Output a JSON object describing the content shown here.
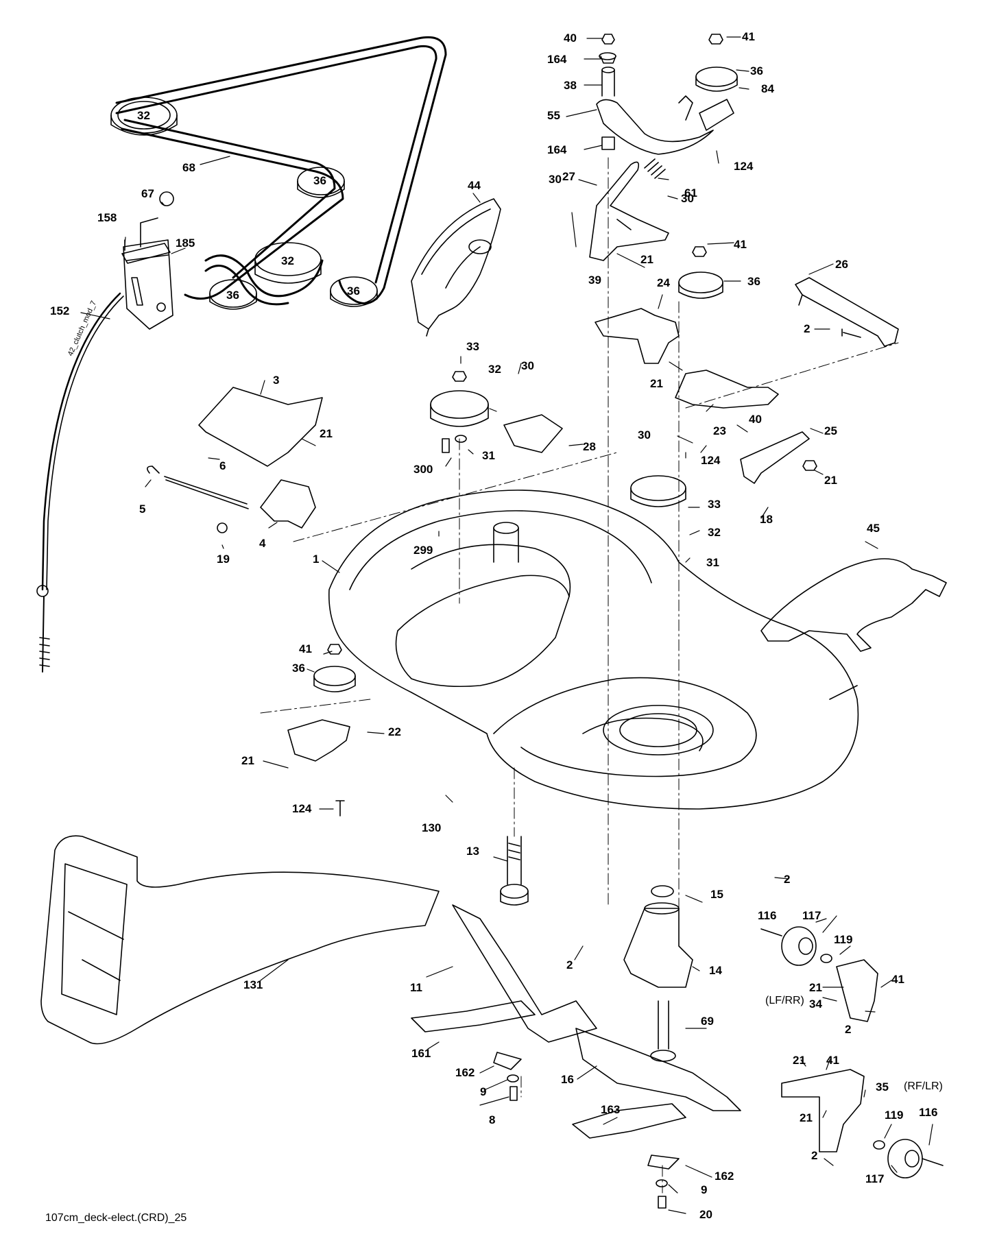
{
  "footer": "107cm_deck-elect.(CRD)_25",
  "cable_print": "42_clutch_mod_7",
  "notes": {
    "lf_rr": "(LF/RR)",
    "rf_lr": "(RF/LR)"
  },
  "labels": [
    "40",
    "41",
    "164",
    "36",
    "84",
    "38",
    "55",
    "164",
    "124",
    "27",
    "61",
    "30",
    "30",
    "41",
    "21",
    "39",
    "36",
    "24",
    "26",
    "2",
    "21",
    "23",
    "40",
    "25",
    "124",
    "30",
    "21",
    "18",
    "33",
    "32",
    "30",
    "28",
    "31",
    "300",
    "33",
    "32",
    "299",
    "31",
    "3",
    "21",
    "6",
    "5",
    "4",
    "19",
    "1",
    "45",
    "41",
    "36",
    "22",
    "21",
    "124",
    "130",
    "13",
    "2",
    "15",
    "2",
    "116",
    "117",
    "119",
    "14",
    "21",
    "41",
    "34",
    "2",
    "11",
    "161",
    "69",
    "162",
    "9",
    "8",
    "16",
    "21",
    "41",
    "35",
    "21",
    "119",
    "116",
    "163",
    "117",
    "2",
    "162",
    "9",
    "20",
    "131",
    "32",
    "36",
    "32",
    "36",
    "36",
    "68",
    "67",
    "158",
    "185",
    "152",
    "44"
  ],
  "colors": {
    "line": "#000000",
    "background": "#ffffff"
  }
}
